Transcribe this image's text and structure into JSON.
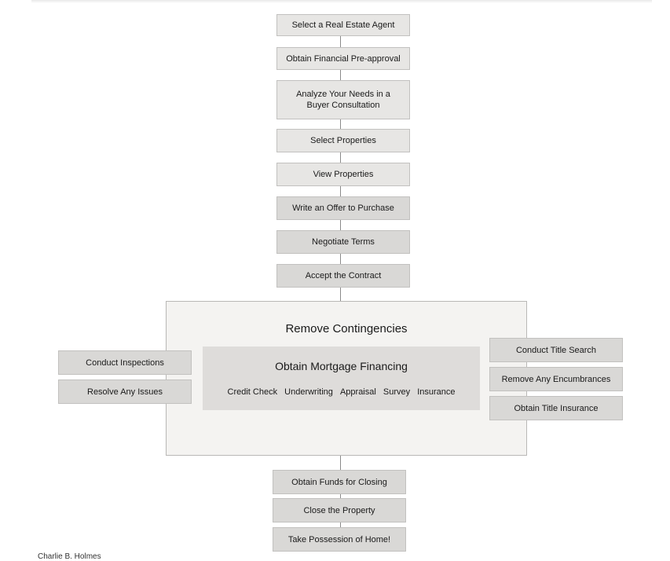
{
  "flow_steps_top": [
    "Select a Real Estate Agent",
    "Obtain Financial Pre-approval",
    "Analyze Your Needs in a Buyer Consultation",
    "Select Properties",
    "View Properties",
    "Write an Offer to Purchase",
    "Negotiate Terms",
    "Accept the Contract"
  ],
  "contingencies": {
    "title": "Remove Contingencies",
    "left_items": [
      "Conduct Inspections",
      "Resolve Any Issues"
    ],
    "right_items": [
      "Conduct Title Search",
      "Remove Any Encumbrances",
      "Obtain Title Insurance"
    ],
    "financing": {
      "title": "Obtain Mortgage Financing",
      "items": [
        "Credit Check",
        "Underwriting",
        "Appraisal",
        "Survey",
        "Insurance"
      ]
    }
  },
  "flow_steps_bottom": [
    "Obtain Funds for Closing",
    "Close the Property",
    "Take Possession of Home!"
  ],
  "footer_text": "Charlie B. Holmes"
}
